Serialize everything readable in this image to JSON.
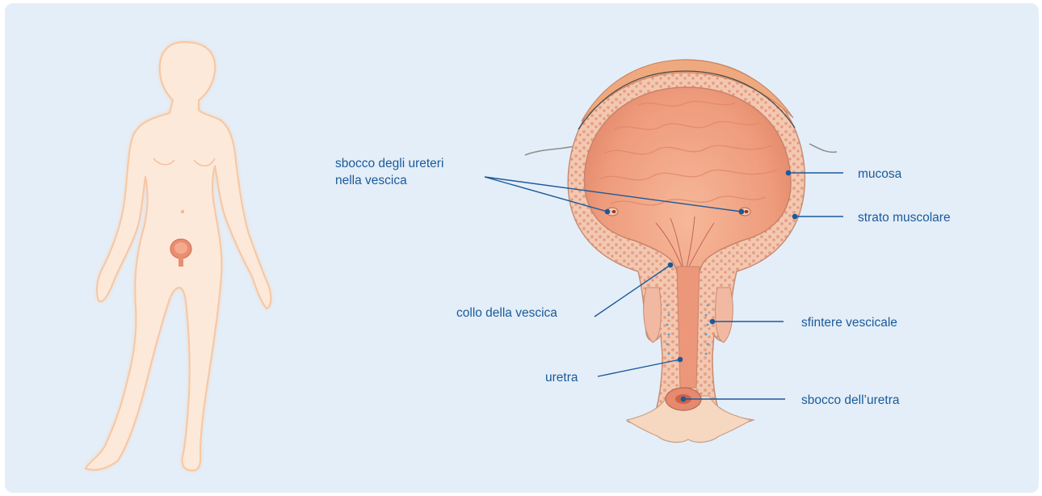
{
  "labels": {
    "ureter_openings": [
      "sbocco degli ureteri",
      "nella vescica"
    ],
    "bladder_neck": "collo della vescica",
    "urethra": "uretra",
    "mucosa": "mucosa",
    "muscle_layer": "strato muscolare",
    "sphincter": "sfintere vescicale",
    "urethral_opening": "sbocco dell’uretra"
  },
  "colors": {
    "background": "#e4eef8",
    "leader_lines": "#1a5a9a",
    "body_fill": "#fde9d9",
    "body_outline": "#f6c7a4",
    "mucosa_fill": "#f2a180",
    "muscle_fill": "#f1c6ad"
  }
}
